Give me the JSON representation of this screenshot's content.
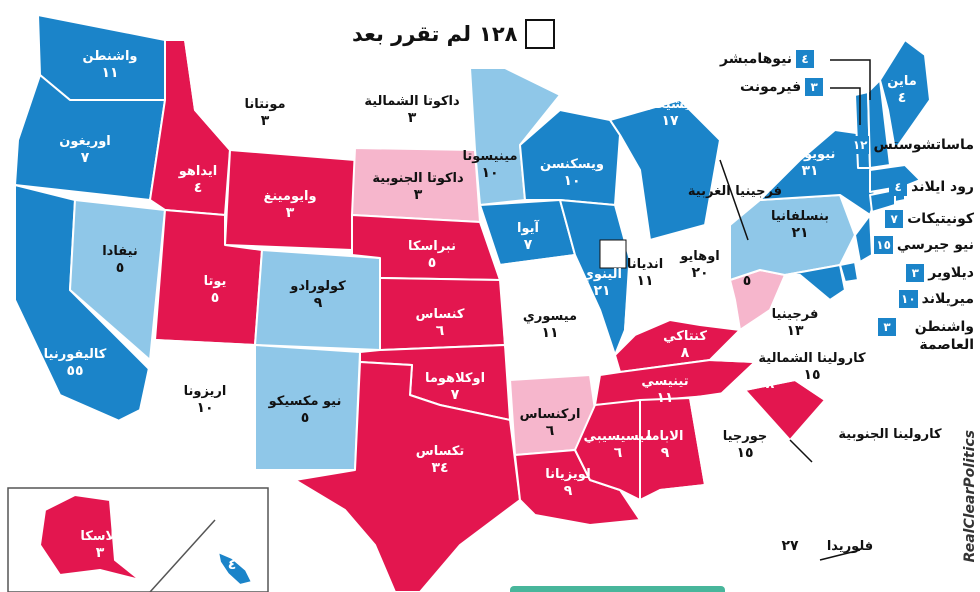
{
  "legend": {
    "count": "١٢٨",
    "text": "لم تقرر بعد"
  },
  "colors": {
    "safe_blue": "#1b84c9",
    "lean_blue": "#8fc7e8",
    "toss_up": "#ffffff",
    "lean_red": "#f6b6cc",
    "safe_red": "#e3164f"
  },
  "states": {
    "WA": {
      "name": "واشنطن",
      "ev": "١١",
      "rating": "safe_blue"
    },
    "OR": {
      "name": "اوريغون",
      "ev": "٧",
      "rating": "safe_blue"
    },
    "CA": {
      "name": "كاليفورنيا",
      "ev": "٥٥",
      "rating": "safe_blue"
    },
    "NV": {
      "name": "نيفادا",
      "ev": "٥",
      "rating": "lean_blue"
    },
    "ID": {
      "name": "ايداهو",
      "ev": "٤",
      "rating": "safe_red"
    },
    "MT": {
      "name": "مونتانا",
      "ev": "٣",
      "rating": "toss_up"
    },
    "WY": {
      "name": "وايومينغ",
      "ev": "٣",
      "rating": "safe_red"
    },
    "UT": {
      "name": "يوتا",
      "ev": "٥",
      "rating": "safe_red"
    },
    "AZ": {
      "name": "اريزونا",
      "ev": "١٠",
      "rating": "toss_up"
    },
    "CO": {
      "name": "كولورادو",
      "ev": "٩",
      "rating": "lean_blue"
    },
    "NM": {
      "name": "نيو مكسيكو",
      "ev": "٥",
      "rating": "lean_blue"
    },
    "ND": {
      "name": "داكوتا الشمالية",
      "ev": "٣",
      "rating": "toss_up"
    },
    "SD": {
      "name": "داكوتا الجنوبية",
      "ev": "٣",
      "rating": "lean_red"
    },
    "NE": {
      "name": "نبراسكا",
      "ev": "٥",
      "rating": "safe_red"
    },
    "KS": {
      "name": "كنساس",
      "ev": "٦",
      "rating": "safe_red"
    },
    "OK": {
      "name": "اوكلاهوما",
      "ev": "٧",
      "rating": "safe_red"
    },
    "TX": {
      "name": "تكساس",
      "ev": "٣٤",
      "rating": "safe_red"
    },
    "MN": {
      "name": "مينيسوتا",
      "ev": "١٠",
      "rating": "lean_blue"
    },
    "IA": {
      "name": "آيوا",
      "ev": "٧",
      "rating": "safe_blue"
    },
    "MO": {
      "name": "ميسوري",
      "ev": "١١",
      "rating": "toss_up"
    },
    "AR": {
      "name": "اركنساس",
      "ev": "٦",
      "rating": "lean_red"
    },
    "LA": {
      "name": "لويزيانا",
      "ev": "٩",
      "rating": "safe_red"
    },
    "WI": {
      "name": "ويسكنسن",
      "ev": "١٠",
      "rating": "safe_blue"
    },
    "IL": {
      "name": "الينوي",
      "ev": "٢١",
      "rating": "safe_blue"
    },
    "MI": {
      "name": "ميشيغان",
      "ev": "١٧",
      "rating": "safe_blue"
    },
    "IN": {
      "name": "انديانا",
      "ev": "١١",
      "rating": "toss_up"
    },
    "OH": {
      "name": "اوهايو",
      "ev": "٢٠",
      "rating": "toss_up"
    },
    "KY": {
      "name": "كنتاكي",
      "ev": "٨",
      "rating": "safe_red"
    },
    "TN": {
      "name": "تينيسي",
      "ev": "١١",
      "rating": "safe_red"
    },
    "MS": {
      "name": "ميسيسيبي",
      "ev": "٦",
      "rating": "safe_red"
    },
    "AL": {
      "name": "الاباما",
      "ev": "٩",
      "rating": "safe_red"
    },
    "GA": {
      "name": "جورجيا",
      "ev": "١٥",
      "rating": "toss_up"
    },
    "FL": {
      "name": "فلوريدا",
      "ev": "٢٧",
      "rating": "toss_up"
    },
    "SC": {
      "name": "كارولينا الجنوبية",
      "ev": "٨",
      "rating": "safe_red"
    },
    "NC": {
      "name": "كارولينا الشمالية",
      "ev": "١٥",
      "rating": "toss_up"
    },
    "VA": {
      "name": "فرجينيا",
      "ev": "١٣",
      "rating": "toss_up"
    },
    "WV": {
      "name": "فرجينيا الغربية",
      "ev": "٥",
      "rating": "lean_red"
    },
    "PA": {
      "name": "بنسلفانيا",
      "ev": "٢١",
      "rating": "lean_blue"
    },
    "NY": {
      "name": "نيويورك",
      "ev": "٣١",
      "rating": "safe_blue"
    },
    "ME": {
      "name": "ماين",
      "ev": "٤",
      "rating": "safe_blue"
    },
    "AK": {
      "name": "الاسكا",
      "ev": "٣",
      "rating": "safe_red"
    },
    "HI": {
      "name": "هاواي",
      "ev": "٤",
      "rating": "safe_blue"
    }
  },
  "northeast": [
    {
      "name": "نيوهامبشر",
      "ev": "٤"
    },
    {
      "name": "فيرمونت",
      "ev": "٣"
    },
    {
      "name": "ماساتشوستس",
      "ev": "١٢"
    },
    {
      "name": "رود ايلاند",
      "ev": "٤"
    },
    {
      "name": "كونيتيكات",
      "ev": "٧"
    },
    {
      "name": "نيو جيرسي",
      "ev": "١٥"
    },
    {
      "name": "ديلاوير",
      "ev": "٣"
    },
    {
      "name": "ميريلاند",
      "ev": "١٠"
    },
    {
      "name": "واشنطن العاصمة",
      "ev": "٣"
    }
  ],
  "source": "RealClearPolitics"
}
